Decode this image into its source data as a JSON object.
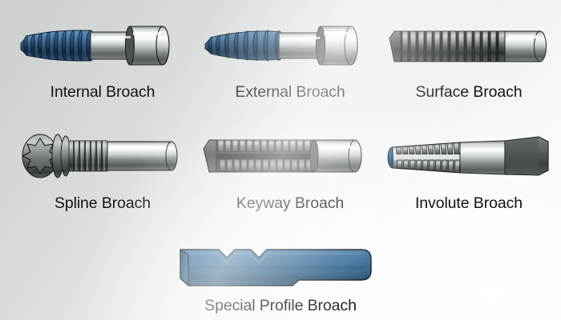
{
  "poster": {
    "title_visible": false,
    "background": {
      "top_left_color": "#cdcfce",
      "bottom_right_color": "#fdfdfd",
      "style": "light gray to white diagonal gradient"
    },
    "caption_color": "#111315"
  },
  "palette": {
    "blue_light": "#4a7fae",
    "blue_mid": "#35648f",
    "blue_dark": "#1f4269",
    "blue_ring": "#16304d",
    "steel_light": "#f2f3f3",
    "steel_mid": "#b9bdbd",
    "steel_dark": "#6f7474",
    "steel_edge": "#3e4343",
    "gunmetal_light": "#9aa09e",
    "gunmetal_mid": "#6d7372",
    "gunmetal_dark": "#414645",
    "gunmetal_deep": "#2a2e2e",
    "outline": "#1b1e1e"
  },
  "items": [
    {
      "id": "internal",
      "label": "Internal Broach",
      "icon": "internal-broach-icon",
      "description": "Blue tapered serrated cutting teeth with polished steel shank and collar",
      "tooth_count": 9,
      "tooth_color": "#35648f",
      "shank_color": "#cfd4d4"
    },
    {
      "id": "external",
      "label": "External Broach",
      "icon": "external-broach-icon",
      "description": "Blue conical serrations narrowing to a point with steel shank and flange",
      "tooth_count": 8,
      "tooth_color": "#35648f",
      "shank_color": "#cfd4d4"
    },
    {
      "id": "surface",
      "label": "Surface Broach",
      "icon": "surface-broach-icon",
      "description": "Dark gunmetal square-cut comb teeth along a cylindrical polished bar",
      "tooth_count": 13,
      "tooth_color": "#4a4f4e",
      "shank_color": "#c6cbcb"
    },
    {
      "id": "spline",
      "label": "Spline Broach",
      "icon": "spline-broach-icon",
      "description": "Six-point star spline head with threaded neck and long polished shaft",
      "spline_points": 6,
      "tooth_color": "#6d7372",
      "shank_color": "#cfd4d4"
    },
    {
      "id": "keyway",
      "label": "Keyway Broach",
      "icon": "keyway-broach-icon",
      "description": "Twin rows of gunmetal teeth flanking a deep central keyway groove",
      "tooth_count": 14,
      "tooth_color": "#585e5d",
      "shank_color": "#c6cbcb"
    },
    {
      "id": "involute",
      "label": "Involute Broach",
      "icon": "involute-broach-icon",
      "description": "Blue nose tip with angled involute teeth and dark hexagonal pull end",
      "tooth_count": 11,
      "tooth_color": "#7d8382",
      "tip_color": "#2f6798",
      "shank_color": "#c9cece"
    },
    {
      "id": "special",
      "label": "Special Profile Broach",
      "icon": "special-profile-broach-icon",
      "description": "Solid blue flat bar with two V notches cut into the top edge and a stepped underside",
      "notch_count": 2,
      "body_color": "#2d6290"
    }
  ]
}
